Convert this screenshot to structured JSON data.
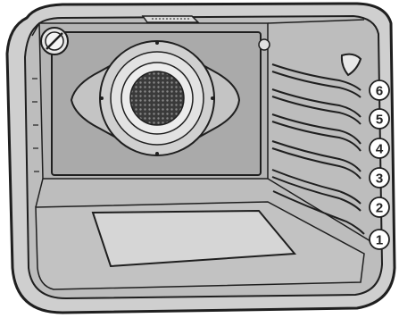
{
  "diagram": {
    "subject": "oven-cavity-interior",
    "colors": {
      "outline": "#1f1f1f",
      "body_fill": "#cfcfcf",
      "cavity_fill": "#bdbdbd",
      "panel_fill": "#aaaaaa",
      "fan_ring": "#e2e2e2",
      "fan_grille": "#3a3a3a",
      "badge_fill": "#ffffff"
    },
    "shelf_levels": [
      {
        "label": "6"
      },
      {
        "label": "5"
      },
      {
        "label": "4"
      },
      {
        "label": "3"
      },
      {
        "label": "2"
      },
      {
        "label": "1"
      }
    ]
  }
}
